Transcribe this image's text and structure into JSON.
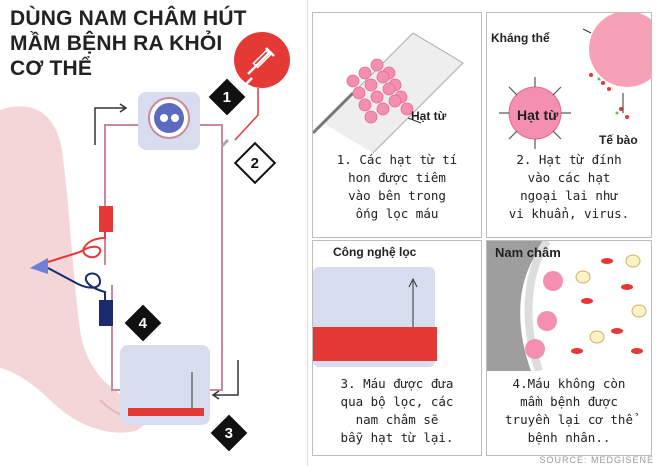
{
  "title": {
    "line1": "DÙNG NAM CHÂM HÚT",
    "line2": "MẦM BỆNH RA KHỎI",
    "line3": "CƠ THỂ"
  },
  "markers": [
    "1",
    "2",
    "3",
    "4"
  ],
  "panels": [
    {
      "caption_lines": [
        "1. Các hạt từ tí",
        "hon được tiêm",
        "vào bên trong",
        "ống lọc máu"
      ],
      "labels": [
        "Hạt từ"
      ]
    },
    {
      "caption_lines": [
        "2. Hạt từ đính",
        "vào các hạt",
        "ngoại lai như",
        "vi khuẩn, virus."
      ],
      "labels": [
        "Kháng thể",
        "Hạt từ",
        "Tế bào"
      ]
    },
    {
      "caption_lines": [
        "3. Máu được đưa",
        "qua bộ lọc, các",
        "nam châm sẽ",
        "bẫy hạt từ lại."
      ],
      "labels": [
        "Công nghệ lọc"
      ]
    },
    {
      "caption_lines": [
        "4.Máu không còn",
        "mầm bệnh được",
        "truyền lại cơ thể",
        "bệnh nhân.."
      ],
      "labels": [
        "Nam châm"
      ]
    }
  ],
  "source": "SOURCE: MEDGISENE",
  "colors": {
    "red": "#e53935",
    "navy": "#1a2a6c",
    "tube": "#c98a9c",
    "device": "#d8dcef",
    "skin": "#f4d6d8"
  },
  "icons": [
    "syringe-icon",
    "pump-icon",
    "magnet-icon",
    "particle-icon",
    "antibody-icon",
    "cell-icon"
  ]
}
